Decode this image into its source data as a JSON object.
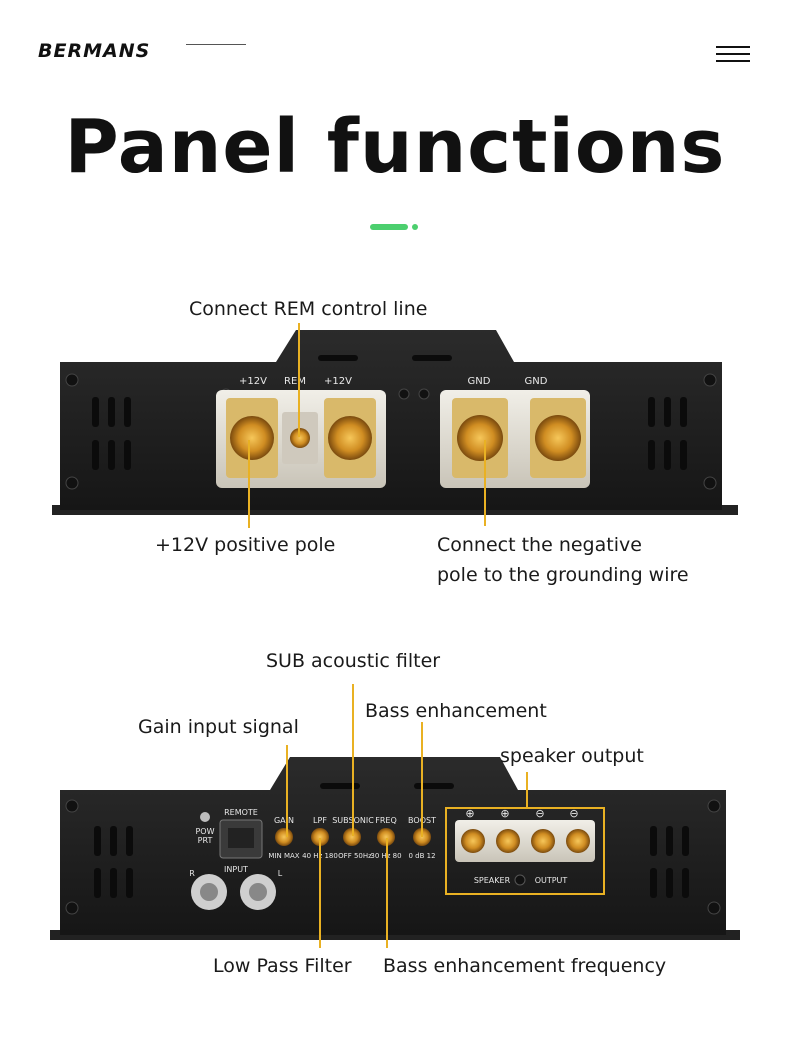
{
  "header": {
    "brand": "BERMANS",
    "menu_icon": "hamburger-menu-icon"
  },
  "page": {
    "title": "Panel functions"
  },
  "colors": {
    "accent_green": "#4ccf6e",
    "pointer_yellow": "#e9b123",
    "panel_black": "#1c1c1c",
    "terminal_gold": "#d39a2f"
  },
  "panel_top": {
    "labels": {
      "rem_control": "Connect REM control line",
      "positive_pole": "+12V positive pole",
      "negative_line1": "Connect the negative",
      "negative_line2": "pole to the grounding wire"
    },
    "silkscreen": {
      "plus12_left": "+12V",
      "rem": "REM",
      "plus12_right": "+12V",
      "gnd_left": "GND",
      "gnd_right": "GND"
    }
  },
  "panel_bottom": {
    "labels": {
      "sub_filter": "SUB acoustic filter",
      "gain_input": "Gain input signal",
      "bass_enhancement": "Bass enhancement",
      "speaker_output": "speaker output",
      "low_pass": "Low Pass Filter",
      "bass_freq": "Bass enhancement frequency"
    },
    "silkscreen": {
      "pow": "POW",
      "prt": "PRT",
      "remote": "REMOTE",
      "input": "INPUT",
      "r": "R",
      "l": "L",
      "gain": "GAIN",
      "gain_range": "MIN  MAX",
      "lpf": "LPF",
      "lpf_range": "40 Hz 180",
      "subsonic": "SUBSONIC",
      "subsonic_range": "OFF  50Hz",
      "freq": "FREQ",
      "freq_range": "30 Hz 80",
      "boost": "BOOST",
      "boost_range": "0 dB 12",
      "speaker": "SPEAKER",
      "output": "OUTPUT",
      "plus1": "⊕",
      "plus2": "⊕",
      "minus1": "⊖",
      "minus2": "⊖"
    }
  }
}
